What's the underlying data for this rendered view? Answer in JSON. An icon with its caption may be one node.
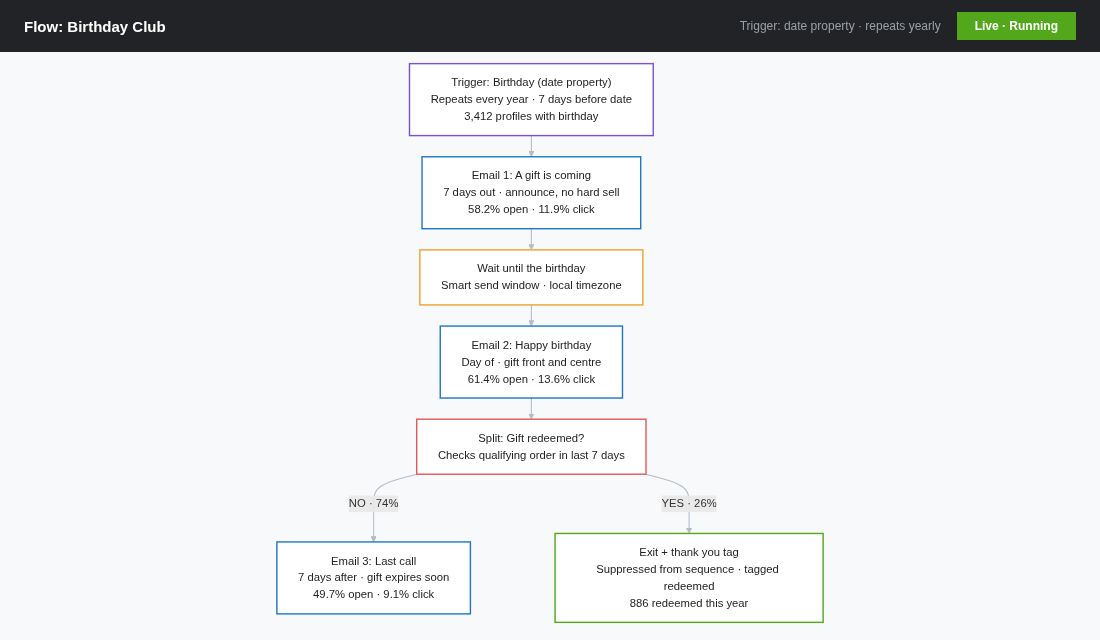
{
  "diagram": {
    "title": "Flow: Birthday Club",
    "nodes": [
      {
        "text": [
          "Trigger: Birthday (date property)",
          "Repeats every year · 7 days before date",
          "3,412 profiles with birthday"
        ]
      },
      {
        "text": [
          "Email 1: A gift is coming",
          "7 days out · announce, no hard sell",
          "58.2% open · 11.9% click"
        ]
      },
      {
        "text": [
          "Wait until the birthday",
          "Smart send window · local timezone"
        ]
      },
      {
        "text": [
          "Email 2: Happy birthday",
          "Day of · gift front and centre",
          "61.4% open · 13.6% click"
        ]
      },
      {
        "text": [
          "Split: Gift redeemed?",
          "Checks qualifying order in last 7 days"
        ]
      },
      {
        "text": [
          "Email 3: Last call",
          "7 days after · gift expires soon",
          "49.7% open · 9.1% click"
        ]
      },
      {
        "text": [
          "Exit + thank you tag",
          "Suppressed from sequence · tagged redeemed",
          "886 redeemed this year"
        ]
      }
    ],
    "edges": [
      {
        "from": 0,
        "to": 1,
        "arrow": "to"
      },
      {
        "from": 1,
        "to": 2,
        "arrow": "to"
      },
      {
        "from": 2,
        "to": 3,
        "arrow": "to"
      },
      {
        "from": 3,
        "to": 4,
        "arrow": "to"
      },
      {
        "from": 4,
        "to": 5,
        "arrow": "to",
        "label": "NO · 74%"
      },
      {
        "from": 4,
        "to": 6,
        "arrow": "to",
        "label": "YES · 26%"
      }
    ],
    "labels": [
      "Trigger: date property · repeats yearly",
      "Live · Running"
    ]
  }
}
